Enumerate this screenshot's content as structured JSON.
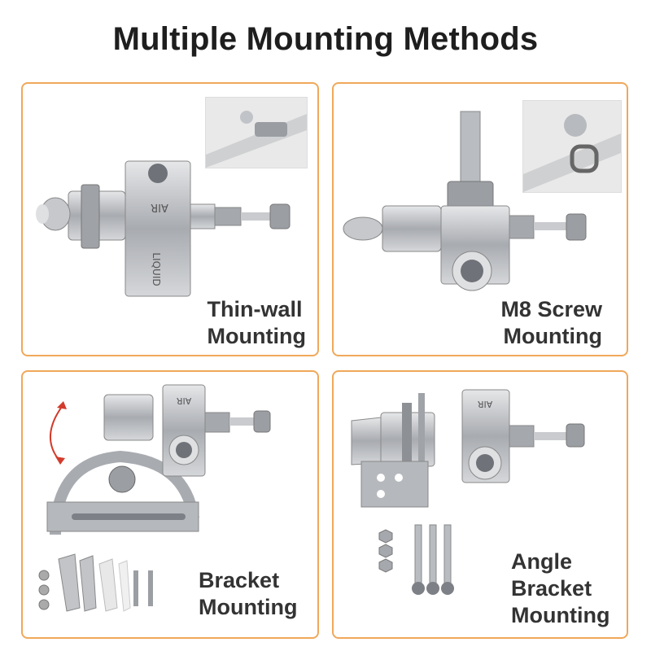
{
  "title": "Multiple Mounting Methods",
  "panels": [
    {
      "label_lines": [
        "Thin-wall",
        "Mounting"
      ]
    },
    {
      "label_lines": [
        "M8 Screw",
        "Mounting"
      ]
    },
    {
      "label_lines": [
        "Bracket",
        "Mounting"
      ]
    },
    {
      "label_lines": [
        "Angle",
        "Bracket",
        "Mounting"
      ]
    }
  ],
  "body_stamps": {
    "air": "AIR",
    "liquid": "LIQUID"
  },
  "colors": {
    "panel_border": "#f0a85a",
    "metal": "#b9bcc0",
    "metal_dark": "#7d8086",
    "arrow": "#d23b2b"
  }
}
